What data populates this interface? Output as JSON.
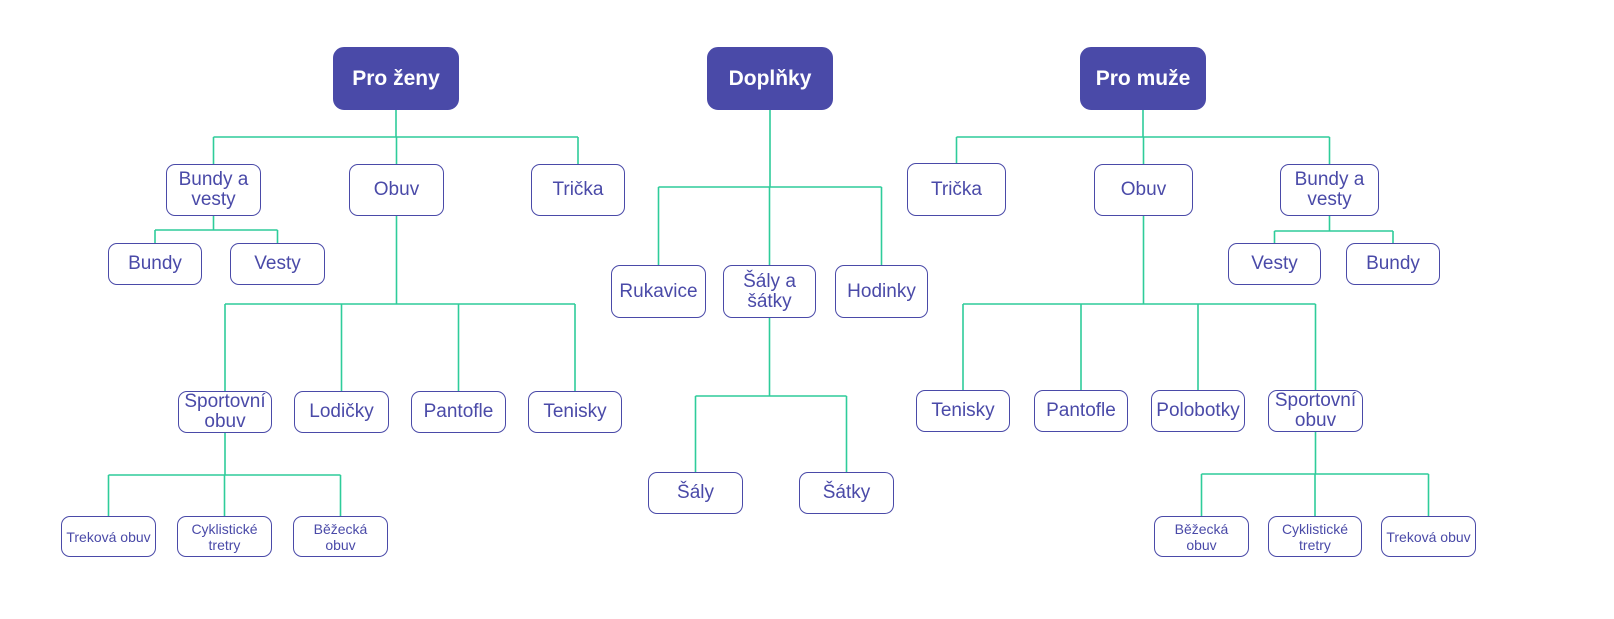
{
  "colors": {
    "node": "#4a4aa8",
    "connector": "#2ecc9a",
    "background": "#ffffff"
  },
  "trees": [
    {
      "label": "Pro ženy",
      "children": [
        {
          "label": "Bundy a vesty",
          "children": [
            {
              "label": "Bundy"
            },
            {
              "label": "Vesty"
            }
          ]
        },
        {
          "label": "Obuv",
          "children": [
            {
              "label": "Sportovní obuv",
              "children": [
                {
                  "label": "Treková obuv"
                },
                {
                  "label": "Cyklistické tretry"
                },
                {
                  "label": "Běžecká obuv"
                }
              ]
            },
            {
              "label": "Lodičky"
            },
            {
              "label": "Pantofle"
            },
            {
              "label": "Tenisky"
            }
          ]
        },
        {
          "label": "Trička"
        }
      ]
    },
    {
      "label": "Doplňky",
      "children": [
        {
          "label": "Rukavice"
        },
        {
          "label": "Šály a šátky",
          "children": [
            {
              "label": "Šály"
            },
            {
              "label": "Šátky"
            }
          ]
        },
        {
          "label": "Hodinky"
        }
      ]
    },
    {
      "label": "Pro muže",
      "children": [
        {
          "label": "Trička"
        },
        {
          "label": "Obuv",
          "children": [
            {
              "label": "Tenisky"
            },
            {
              "label": "Pantofle"
            },
            {
              "label": "Polobotky"
            },
            {
              "label": "Sportovní obuv",
              "children": [
                {
                  "label": "Běžecká obuv"
                },
                {
                  "label": "Cyklistické tretry"
                },
                {
                  "label": "Treková obuv"
                }
              ]
            }
          ]
        },
        {
          "label": "Bundy a vesty",
          "children": [
            {
              "label": "Vesty"
            },
            {
              "label": "Bundy"
            }
          ]
        }
      ]
    }
  ]
}
